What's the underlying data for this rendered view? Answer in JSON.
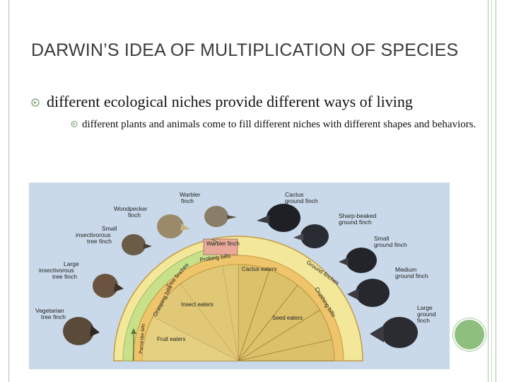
{
  "slide": {
    "title": "DARWIN’S IDEA OF MULTIPLICATION OF SPECIES",
    "bullet_1": "different ecological niches provide different ways of living",
    "bullet_2": "different plants and animals come to fill different niches with different shapes and behaviors."
  },
  "figure": {
    "finch_labels": {
      "warbler": "Warbler finch",
      "woodpecker": "Woodpecker finch",
      "small_insectivorous": "Small insectivorous tree finch",
      "large_insectivorous": "Large insectivorous tree finch",
      "vegetarian": "Vegetarian tree finch",
      "cactus": "Cactus ground finch",
      "sharp_beaked": "Sharp-beaked ground finch",
      "small_ground": "Small ground finch",
      "medium_ground": "Medium ground finch",
      "large_ground": "Large ground finch"
    },
    "wheel_labels": {
      "tree_finches": "Tree finches",
      "ground_finches": "Ground finches",
      "probing_bills": "Probing bills",
      "grasping_bills": "Grasping bills",
      "crushing_bills": "Crushing bills",
      "parrot_like_bills": "Parrot-like bills",
      "warbler_finch": "Warbler finch",
      "cactus_eaters": "Cactus eaters",
      "insect_eaters": "Insect eaters",
      "seed_eaters": "Seed eaters",
      "fruit_eaters": "Fruit eaters"
    },
    "colors": {
      "outer_ring": "#f3e79a",
      "green_band": "#c8e08a",
      "middle_ring": "#eec56a",
      "pie": "#dcc16a",
      "background": "#c9d9ea",
      "warbler_box": "#e8a99a"
    }
  }
}
